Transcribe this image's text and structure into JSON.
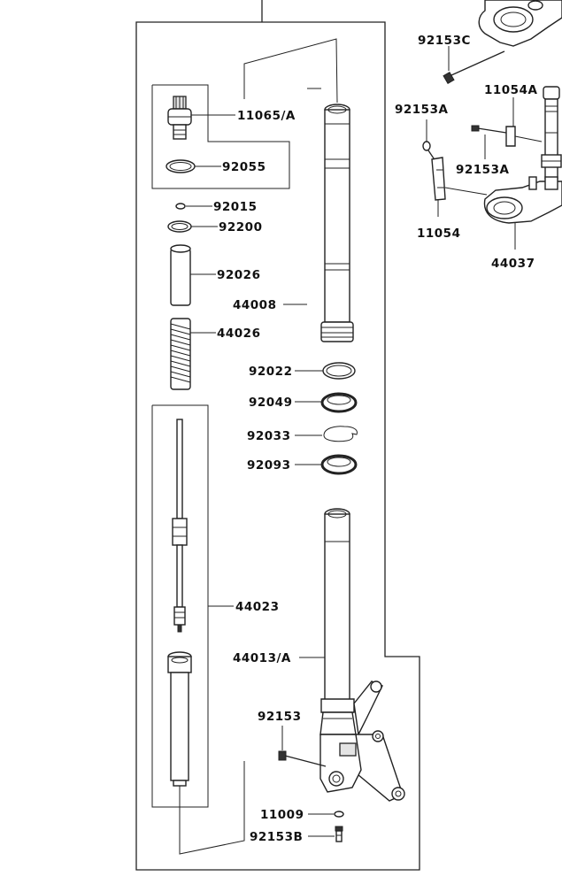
{
  "labels": {
    "p11065A": "11065/A",
    "p92055": "92055",
    "p92015": "92015",
    "p92200": "92200",
    "p92026": "92026",
    "p44008": "44008",
    "p44026": "44026",
    "p92022": "92022",
    "p92049": "92049",
    "p92033": "92033",
    "p92093": "92093",
    "p44023": "44023",
    "p44013A": "44013/A",
    "p92153": "92153",
    "p11009": "11009",
    "p92153B": "92153B",
    "p92153C": "92153C",
    "p11054A": "11054A",
    "p92153A_1": "92153A",
    "p92153A_2": "92153A",
    "p11054": "11054",
    "p44037": "44037"
  }
}
